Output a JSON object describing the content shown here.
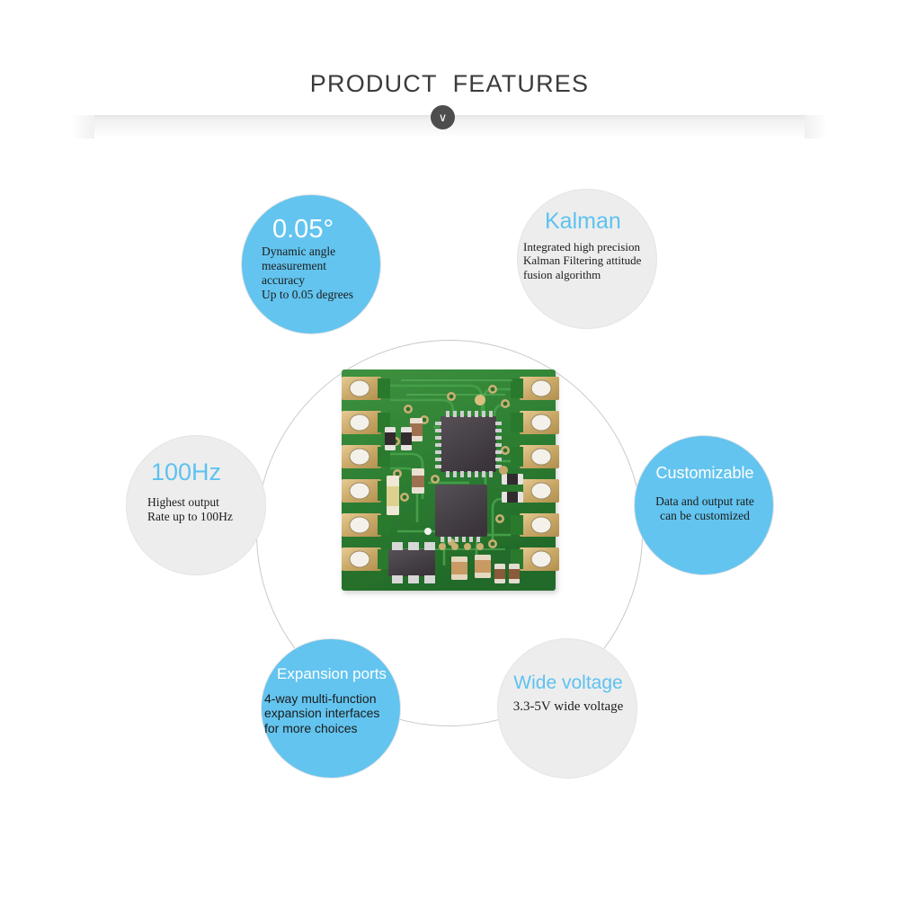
{
  "header": {
    "title": "PRODUCT  FEATURES",
    "chevron_glyph": "∨",
    "chevron_icon_name": "chevron-down-icon"
  },
  "colors": {
    "accent_blue": "#63c4ef",
    "heading_blue": "#5ec2ef",
    "bubble_gray": "#ededee",
    "ring_gray": "#c9c9ca",
    "title_gray": "#3b3b3b",
    "badge_dark": "#4d4d4d",
    "body_text": "#1c1c1c",
    "pcb_green": "#2e7d32",
    "pcb_pad_gold": "#d8b878"
  },
  "diagram": {
    "center_product_alt": "inclinometer sensor module circuit board",
    "features": [
      {
        "id": "accuracy",
        "heading": "0.05°",
        "body_lines": [
          "Dynamic angle",
          "measurement",
          "accuracy",
          "Up to 0.05 degrees"
        ],
        "style": "blue"
      },
      {
        "id": "kalman",
        "heading": "Kalman",
        "body_lines": [
          "Integrated high precision",
          "Kalman Filtering attitude",
          "fusion algorithm"
        ],
        "style": "gray"
      },
      {
        "id": "rate",
        "heading": "100Hz",
        "body_lines": [
          "Highest output",
          "Rate up to 100Hz"
        ],
        "style": "gray"
      },
      {
        "id": "customizable",
        "heading": "Customizable",
        "body_lines": [
          "Data and output rate",
          "can be customized"
        ],
        "style": "blue"
      },
      {
        "id": "expansion",
        "heading": "Expansion ports",
        "body_lines": [
          "4-way multi-function",
          "expansion interfaces",
          "for more choices"
        ],
        "style": "blue"
      },
      {
        "id": "voltage",
        "heading": "Wide voltage",
        "body_lines": [
          "3.3-5V wide voltage"
        ],
        "style": "gray"
      }
    ]
  }
}
